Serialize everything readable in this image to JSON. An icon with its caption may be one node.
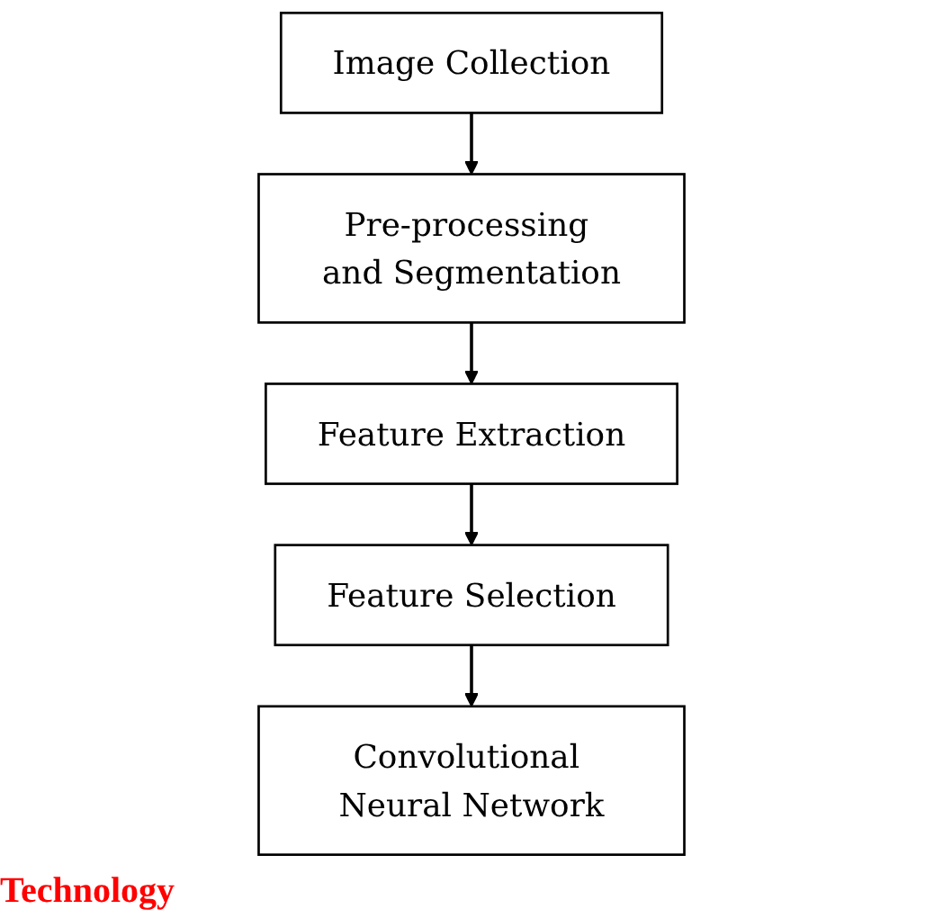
{
  "diagram": {
    "nodes": [
      {
        "text": [
          "Image Collection"
        ]
      },
      {
        "text": [
          "Pre-processing and Segmentation"
        ]
      },
      {
        "text": [
          "Feature Extraction"
        ]
      },
      {
        "text": [
          "Feature Selection"
        ]
      },
      {
        "text": [
          "Convolutional Neural Network"
        ]
      }
    ],
    "edges": [
      {
        "from": 0,
        "to": 1,
        "arrow": "to"
      },
      {
        "from": 1,
        "to": 2,
        "arrow": "to"
      },
      {
        "from": 2,
        "to": 3,
        "arrow": "to"
      },
      {
        "from": 3,
        "to": 4,
        "arrow": "to"
      }
    ],
    "labels": [
      "Technology"
    ]
  }
}
